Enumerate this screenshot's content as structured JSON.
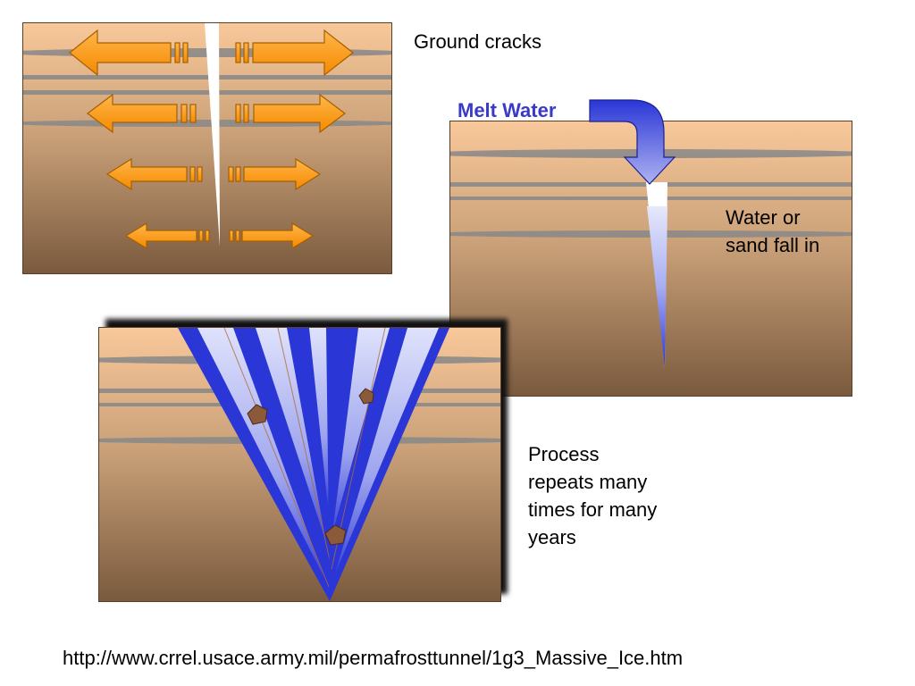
{
  "diagram": {
    "panels": {
      "ground_cracks": {
        "caption": "Ground cracks"
      },
      "melt_water": {
        "label": "Melt Water",
        "caption": "Water or\nsand fall in"
      },
      "ice_wedge": {
        "caption": "Process\nrepeats many\ntimes for many\nyears"
      }
    },
    "source_url": "http://www.crrel.usace.army.mil/permafrosttunnel/1g3_Massive_Ice.htm"
  },
  "colors": {
    "soil_top": "#f8c89a",
    "soil_bottom": "#7a5a3e",
    "ice_band": "#888888",
    "arrow_fill": "#ff9900",
    "arrow_stroke": "#a65f00",
    "water_blue": "#2a36d6",
    "water_light": "#d8dcf8",
    "pebble": "#8a5a3a"
  },
  "icons": {
    "expansion_arrows": "double-headed-arrow-icon",
    "melt_water_arrow": "curved-down-arrow-icon",
    "pebble": "pentagon-stone-icon"
  }
}
